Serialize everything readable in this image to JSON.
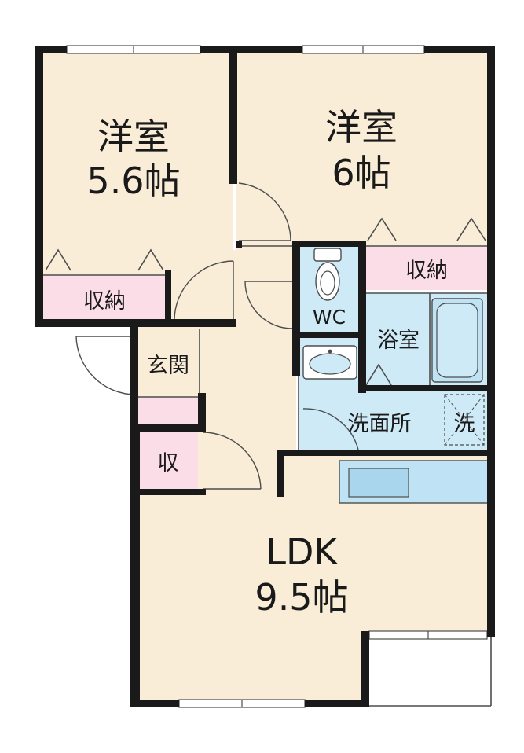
{
  "colors": {
    "room": "#f9edd7",
    "storage": "#fadde6",
    "water": "#cfeaf7",
    "wall": "#1a1a1a",
    "fixture": "#bfe3f4"
  },
  "rooms": {
    "western_left": {
      "name": "洋室",
      "size": "5.6帖"
    },
    "western_right": {
      "name": "洋室",
      "size": "6帖"
    },
    "ldk": {
      "name": "LDK",
      "size": "9.5帖"
    },
    "storage_left": "収納",
    "storage_right": "収納",
    "wc": "WC",
    "bath": "浴室",
    "entrance": "玄関",
    "washroom": "洗面所",
    "laundry": "洗",
    "storage_small": "収"
  },
  "fixtures": [
    "toilet-icon",
    "bathtub-icon",
    "washbasin-icon",
    "kitchen-counter-icon"
  ]
}
